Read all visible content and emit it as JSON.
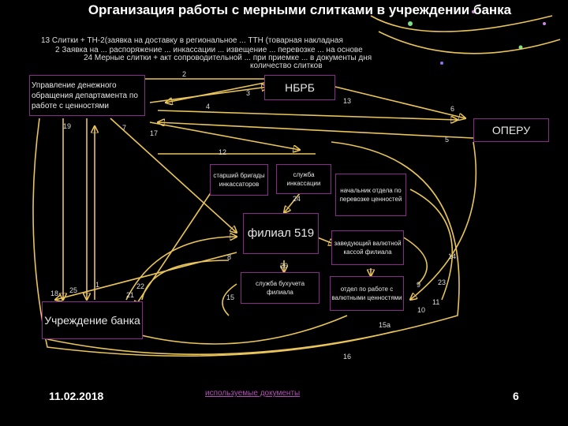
{
  "title": "Организация работы с мерными слитками в учреждении банка",
  "overlapping_text": {
    "line1": "13 Слитки + ТН-2(заявка на доставку в региональное ... ТТН (товарная накладная",
    "line2": "2 Заявка на ... распоряжение ... инкассации ... извещение ... перевозке ... на основе",
    "line3": "24 Мерные слитки + акт сопроводительной ... при приемке ... в документы дня",
    "line4": "количество слитков"
  },
  "nodes": {
    "upravlenie": "Управление денежного обращения департамента по работе с ценностями",
    "nbrb": "НБРБ",
    "operu": "ОПЕРУ",
    "starshiy": "старший бригады инкассаторов",
    "sluzhba_inkassacii": "служба инкассации",
    "nachalnik": "начальник отдела по перевозке ценностей",
    "filial": "филиал 519",
    "zaveduyushiy": "заведующий валютной кассой филиала",
    "buhgalteriya": "служба бухучета филиала",
    "otdel": "отдел по работе с валютными ценностями",
    "uchrezhdenie": "Учреждение банка"
  },
  "edge_labels": {
    "n2": "2",
    "n3": "3",
    "n4": "4",
    "n13": "13",
    "n6": "6",
    "n5": "5",
    "n19": "19",
    "n7": "7",
    "n17": "17",
    "n12": "12",
    "n24": "24",
    "n8": "8",
    "n20": "20",
    "n14": "14",
    "n18": "18",
    "n25": "25",
    "n1": "1",
    "n21": "21",
    "n22": "22",
    "n15": "15",
    "n9": "9",
    "n23": "23",
    "n11": "11",
    "n10": "10",
    "n15a": "15а",
    "n16": "16"
  },
  "footer": {
    "date": "11.02.2018",
    "link": "используемые документы",
    "page": "6"
  },
  "colors": {
    "background": "#000000",
    "arrows": "#e8c45a",
    "box_border": "#8b2a8e"
  }
}
